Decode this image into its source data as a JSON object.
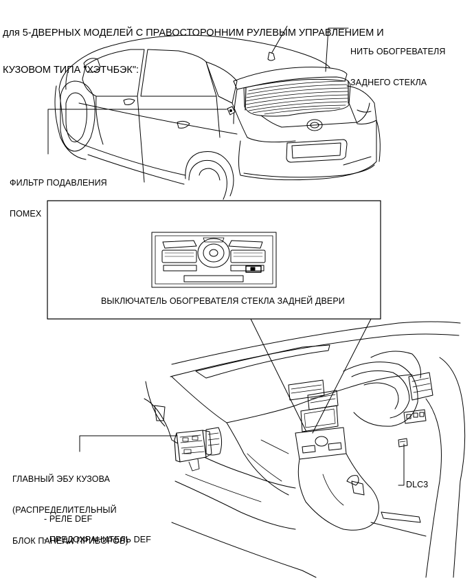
{
  "title": {
    "line1": "для 5-ДВЕРНЫХ МОДЕЛЕЙ С ПРАВОСТОРОННИМ РУЛЕВЫМ УПРАВЛЕНИЕМ И",
    "line2": "КУЗОВОМ ТИПА \"ХЭТЧБЭК\":"
  },
  "labels": {
    "defogger_wire_1": "НИТЬ ОБОГРЕВАТЕЛЯ",
    "defogger_wire_2": "ЗАДНЕГО СТЕКЛА",
    "noise_filter_1": "ФИЛЬТР ПОДАВЛЕНИЯ",
    "noise_filter_2": "ПОМЕХ",
    "defogger_switch": "ВЫКЛЮЧАТЕЛЬ ОБОГРЕВАТЕЛЯ СТЕКЛА ЗАДНЕЙ ДВЕРИ",
    "body_ecu_1": "ГЛАВНЫЙ ЭБУ КУЗОВА",
    "body_ecu_2": "(РАСПРЕДЕЛИТЕЛЬНЫЙ",
    "body_ecu_3": "БЛОК ПАНЕЛИ ПРИБОРОВ)",
    "dlc3": "DLC3",
    "relay_def": "- РЕЛЕ DEF",
    "fuse_def": "- ПРЕДОХРАНИТЕЛЬ DEF"
  },
  "colors": {
    "line": "#000000",
    "background": "#ffffff"
  }
}
